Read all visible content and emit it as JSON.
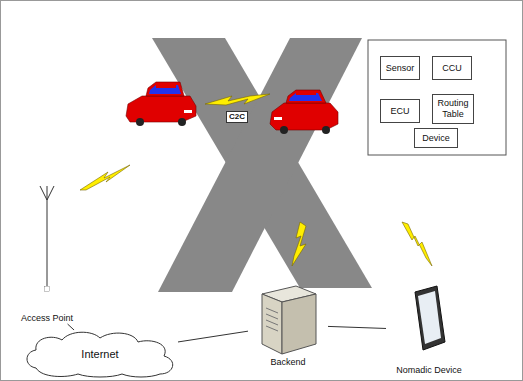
{
  "diagram": {
    "nodes": [
      {
        "text": [
          "Sensor"
        ]
      },
      {
        "text": [
          "CCU"
        ]
      },
      {
        "text": [
          "ECU"
        ]
      },
      {
        "text": [
          "Routing Table"
        ]
      },
      {
        "text": [
          "Device"
        ]
      },
      {
        "text": [
          "Access Point"
        ]
      },
      {
        "text": [
          "Internet"
        ]
      },
      {
        "text": [
          "Backend"
        ]
      },
      {
        "text": [
          "Nomadic Device"
        ]
      }
    ],
    "edges": [
      {
        "from": 5,
        "to": 6,
        "arrow": "none"
      },
      {
        "from": 6,
        "to": 7,
        "arrow": "none"
      },
      {
        "from": 7,
        "to": 8,
        "arrow": "none"
      }
    ],
    "labels": [
      "C2C"
    ]
  }
}
